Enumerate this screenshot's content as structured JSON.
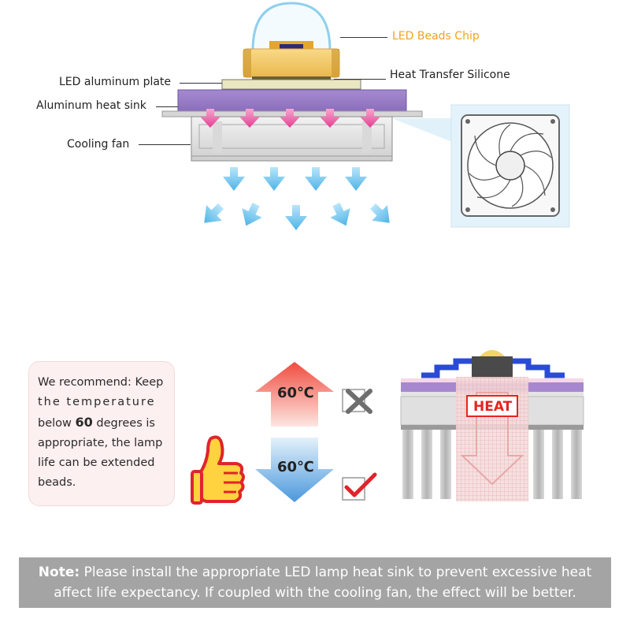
{
  "labels": {
    "led_chip": "LED Beads Chip",
    "heat_transfer": "Heat Transfer Silicone",
    "aluminum_plate": "LED aluminum plate",
    "heat_sink": "Aluminum heat sink",
    "cooling_fan": "Cooling fan"
  },
  "recommend": {
    "line1": "We recommend: Keep",
    "line2": "the temperature",
    "line3_pre": "below",
    "line3_num": "60",
    "line3_post": "degrees is",
    "line4": "appropriate, the lamp",
    "line5": "life can be extended",
    "line6": "beads."
  },
  "temps": {
    "high": "60℃",
    "low": "60℃"
  },
  "heat_label": "HEAT",
  "note": {
    "key": "Note:",
    "line1": "Please install the appropriate LED lamp heat sink to prevent excessive heat",
    "line2": "affect life expectancy. If coupled with the cooling fan, the effect will be better."
  },
  "colors": {
    "label_orange": "#f2a21b",
    "heatsink_purple": "#9b7fc7",
    "heat_arrow_pink": "#e8509a",
    "air_arrow_blue": "#6cc5ee",
    "hot_red": "#e9413c",
    "cool_blue": "#5aa8e8",
    "note_bg": "#a4a4a4"
  },
  "icons": [
    "thumbs-up-icon",
    "cross-mark-icon",
    "check-mark-icon"
  ]
}
